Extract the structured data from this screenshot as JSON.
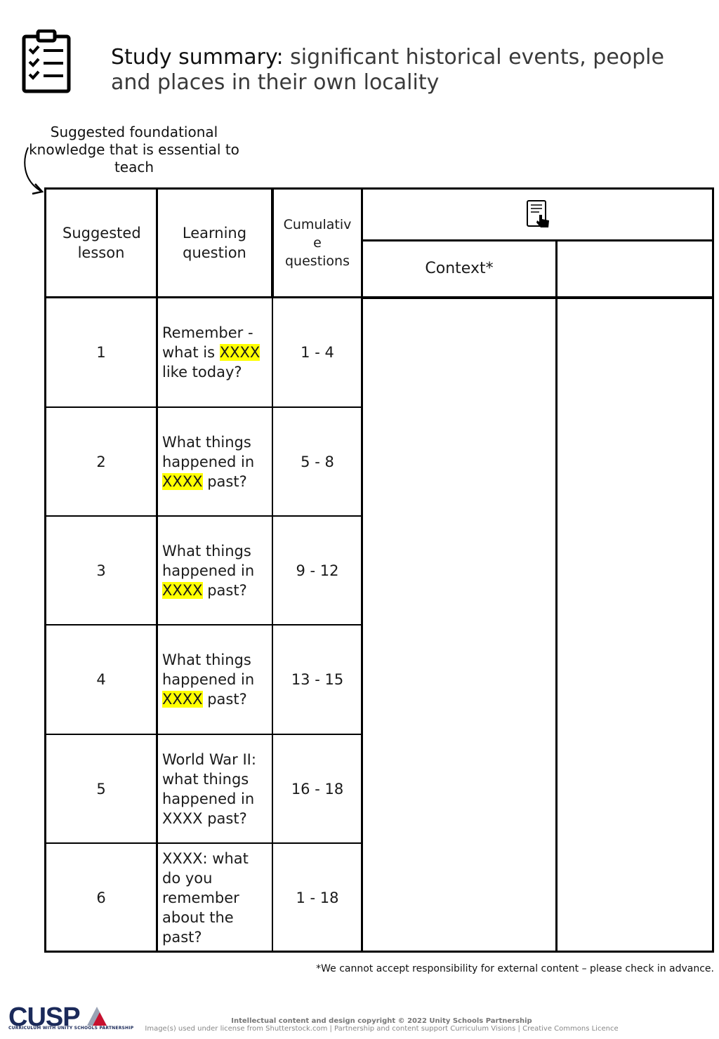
{
  "header": {
    "title_lead": "Study summary:",
    "title_rest": " significant historical events, people and places in their own locality",
    "icon": "clipboard-checklist-icon"
  },
  "annotation": {
    "text": "Suggested foundational knowledge that is essential to teach"
  },
  "table": {
    "headers": {
      "lesson": "Suggested lesson",
      "question": "Learning question",
      "cumulative": "Cumulativ e questions",
      "resource_icon": "tablet-touch-icon",
      "context": "Context*",
      "extra": ""
    },
    "rows": [
      {
        "lesson": "1",
        "q_pre": "Remember - what is ",
        "q_hl": "XXXX",
        "q_post": " like today?",
        "cumulative": "1 - 4"
      },
      {
        "lesson": "2",
        "q_pre": "What things happened in ",
        "q_hl": "XXXX",
        "q_post": " past?",
        "cumulative": "5 - 8"
      },
      {
        "lesson": "3",
        "q_pre": "What things happened in ",
        "q_hl": "XXXX",
        "q_post": " past?",
        "cumulative": "9 - 12"
      },
      {
        "lesson": "4",
        "q_pre": "What things happened in ",
        "q_hl": "XXXX",
        "q_post": " past?",
        "cumulative": "13 - 15"
      },
      {
        "lesson": "5",
        "q_pre": "World War II: what things happened in XXXX past?",
        "q_hl": "",
        "q_post": "",
        "cumulative": "16 - 18"
      },
      {
        "lesson": "6",
        "q_pre": "XXXX: what do you remember about the past?",
        "q_hl": "",
        "q_post": "",
        "cumulative": "1 - 18"
      }
    ]
  },
  "footnote": "*We cannot accept responsibility for external content – please check in advance.",
  "footer": {
    "logo_text": "CUSP",
    "logo_sub": "CURRICULUM WITH UNITY SCHOOLS PARTNERSHIP",
    "copyright": "Intellectual content and design copyright © 2022 Unity Schools Partnership",
    "license": "Image(s) used under license from Shutterstock.com  | Partnership and content support Curriculum Visions | Creative Commons Licence"
  },
  "colors": {
    "highlight": "#ffff00",
    "border": "#000000",
    "brand": "#1b2a5a"
  }
}
